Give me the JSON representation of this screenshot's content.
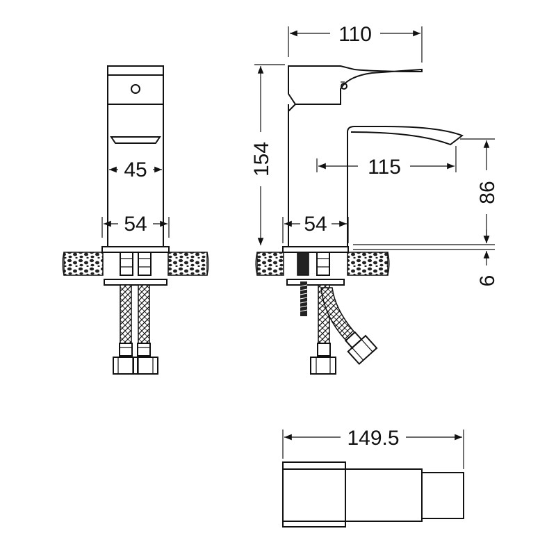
{
  "dimensions": {
    "front_body_width": "45",
    "front_base_width": "54",
    "side_height": "154",
    "side_depth": "110",
    "side_spout_reach": "115",
    "side_spout_height": "86",
    "side_base_width": "54",
    "counter_thickness": "6",
    "top_length": "149.5"
  },
  "colors": {
    "line": "#111111",
    "background": "#ffffff"
  }
}
